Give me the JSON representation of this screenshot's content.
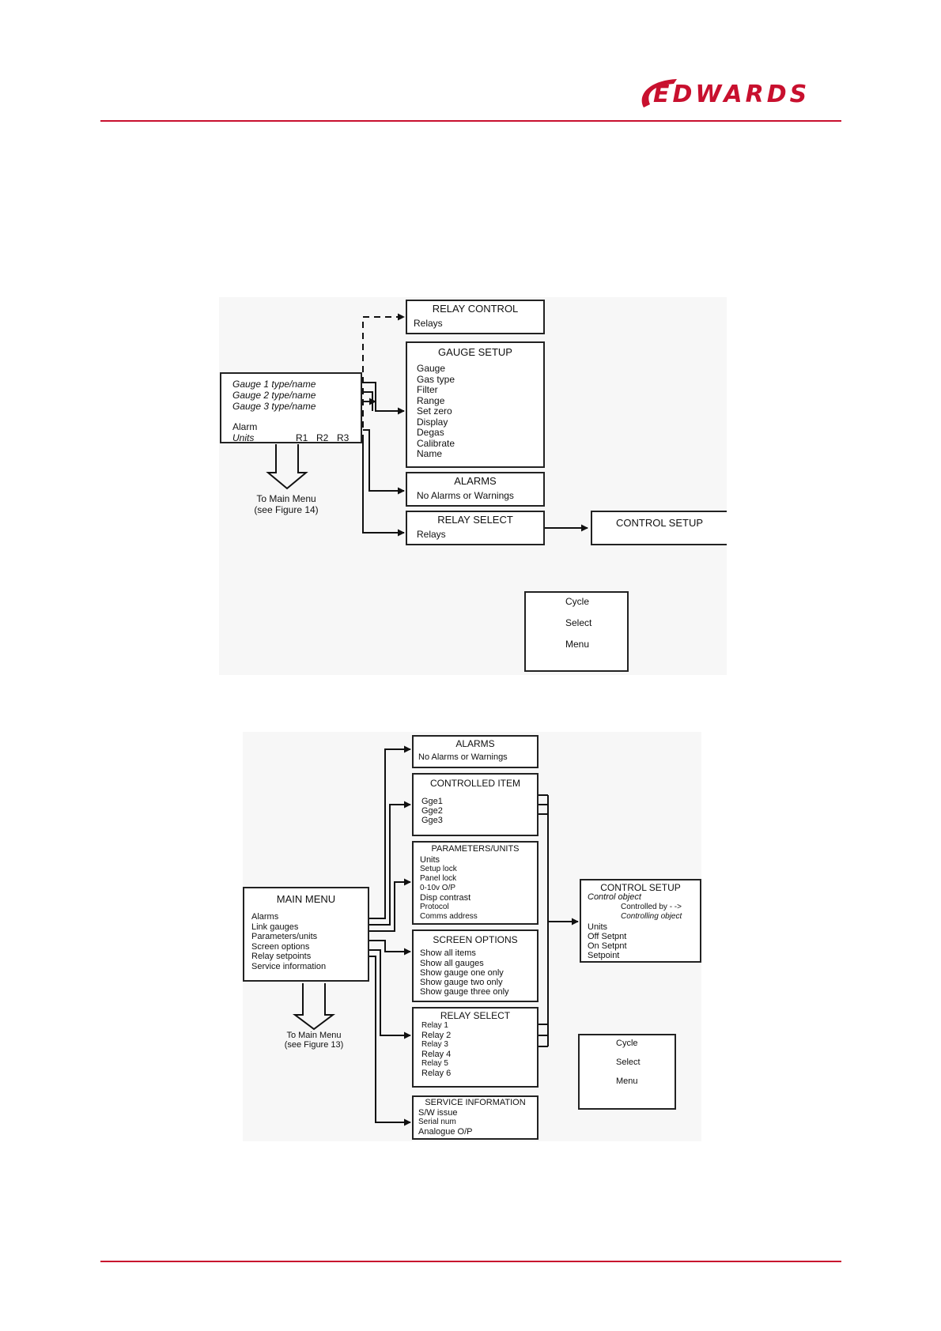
{
  "brand": {
    "name": "EDWARDS",
    "color": "#c8102e"
  },
  "fig1": {
    "gauge_box": {
      "lines": [
        "Gauge 1 type/name",
        "Gauge 2 type/name",
        "Gauge 3 type/name",
        "Alarm",
        "Units"
      ],
      "relays": [
        "R1",
        "R2",
        "R3"
      ]
    },
    "relay_control": {
      "title": "RELAY CONTROL",
      "items": [
        "Relays"
      ]
    },
    "gauge_setup": {
      "title": "GAUGE SETUP",
      "items": [
        "Gauge",
        "Gas type",
        "Filter",
        "Range",
        "Set zero",
        "Display",
        "Degas",
        "Calibrate",
        "Name"
      ]
    },
    "alarms": {
      "title": "ALARMS",
      "items": [
        "No Alarms or Warnings"
      ]
    },
    "relay_select": {
      "title": "RELAY SELECT",
      "items": [
        "Relays"
      ]
    },
    "control_setup": {
      "title": "CONTROL SETUP"
    },
    "to_main": [
      "To Main Menu",
      "(see Figure 14)"
    ],
    "legend": [
      "Cycle",
      "Select",
      "Menu"
    ]
  },
  "fig2": {
    "main_menu": {
      "title": "MAIN MENU",
      "items": [
        "Alarms",
        "Link gauges",
        "Parameters/units",
        "Screen options",
        "Relay setpoints",
        "Service information"
      ]
    },
    "alarms": {
      "title": "ALARMS",
      "items": [
        "No Alarms or Warnings"
      ]
    },
    "controlled_item": {
      "title": "CONTROLLED ITEM",
      "items": [
        "Gge1",
        "Gge2",
        "Gge3"
      ]
    },
    "parameters": {
      "title": "PARAMETERS/UNITS",
      "items": [
        "Units",
        "Setup lock",
        "Panel lock",
        "0-10v O/P",
        "Disp contrast",
        "Protocol",
        "Comms address"
      ]
    },
    "screen_options": {
      "title": "SCREEN OPTIONS",
      "items": [
        "Show all items",
        "Show all gauges",
        "Show gauge one only",
        "Show gauge two only",
        "Show gauge three only"
      ]
    },
    "relay_select": {
      "title": "RELAY SELECT",
      "items": [
        "Relay 1",
        "Relay 2",
        "Relay 3",
        "Relay 4",
        "Relay 5",
        "Relay 6"
      ]
    },
    "service_info": {
      "title": "SERVICE INFORMATION",
      "items": [
        "S/W issue",
        "Serial num",
        "Analogue O/P"
      ]
    },
    "control_setup": {
      "title": "CONTROL SETUP",
      "control_object": "Control object",
      "controlled_by": "Controlled by",
      "controlled_by_arrow": "- ->",
      "controlling_object": "Controlling object",
      "items": [
        "Units",
        "Off Setpnt",
        "On Setpnt",
        "Setpoint"
      ]
    },
    "to_main": [
      "To Main Menu",
      "(see Figure 13)"
    ],
    "legend": [
      "Cycle",
      "Select",
      "Menu"
    ]
  }
}
